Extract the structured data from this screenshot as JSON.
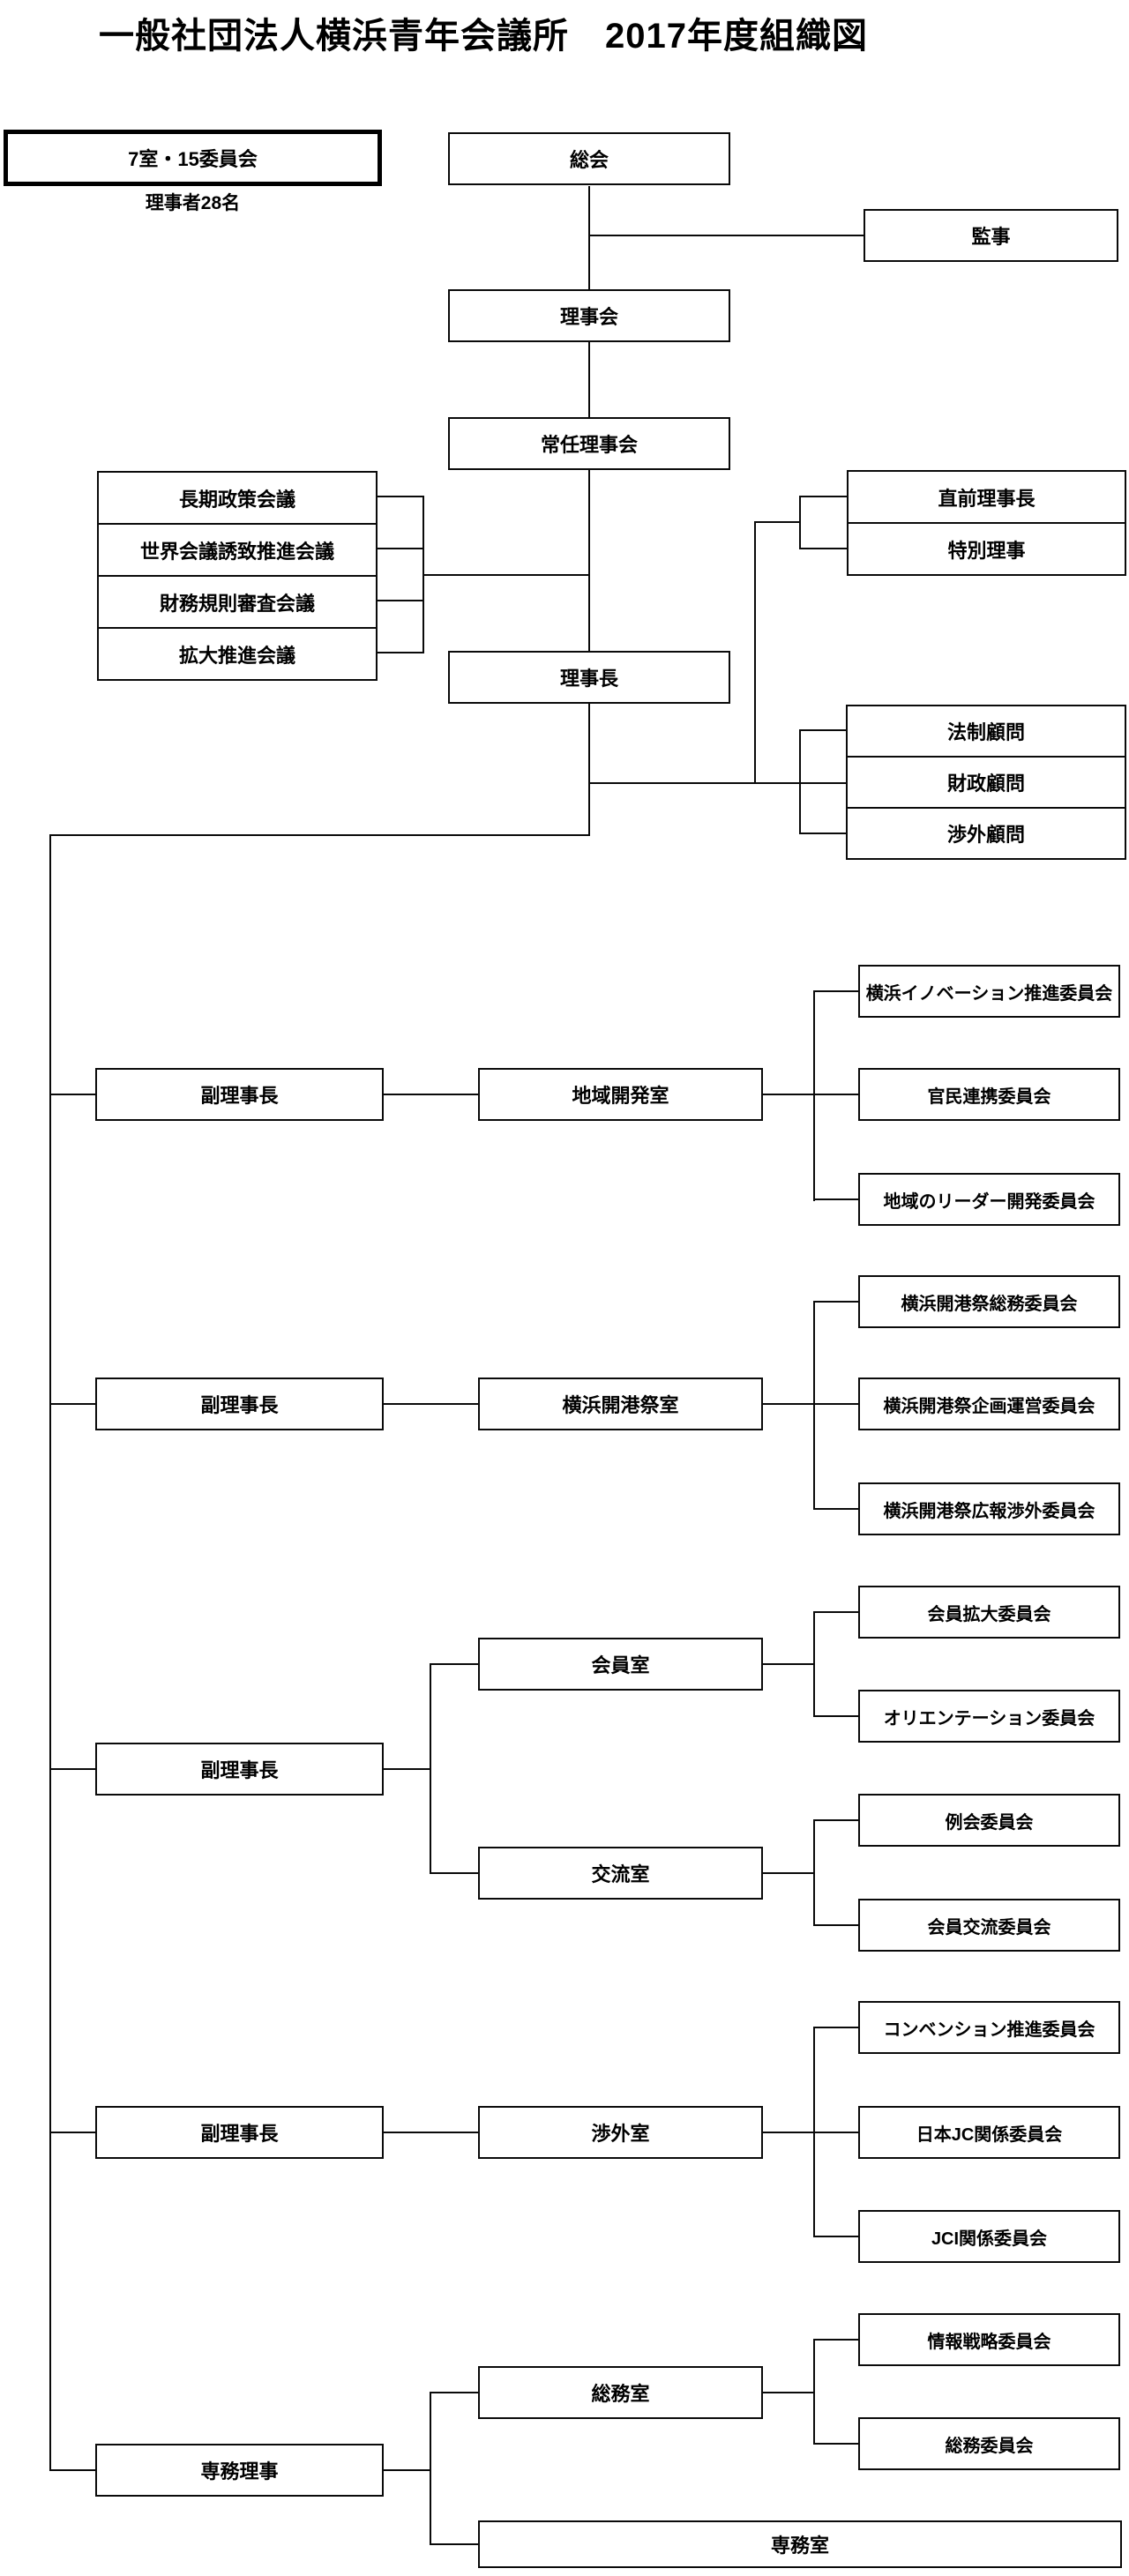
{
  "title": "一般社団法人横浜青年会議所　2017年度組織図",
  "legend": {
    "label": "7室・15委員会",
    "note": "理事者28名"
  },
  "top": {
    "general_assembly": "総会",
    "auditor": "監事",
    "board": "理事会",
    "standing_board": "常任理事会",
    "chairman": "理事長",
    "councils": [
      "長期政策会議",
      "世界会議誘致推進会議",
      "財務規則審査会議",
      "拡大推進会議"
    ],
    "senior_advisors": [
      "直前理事長",
      "特別理事"
    ],
    "advisors": [
      "法制顧問",
      "財政顧問",
      "渉外顧問"
    ]
  },
  "branches": [
    {
      "head": "副理事長",
      "rooms": [
        {
          "name": "地域開発室",
          "committees": [
            "横浜イノベーション推進委員会",
            "官民連携委員会",
            "地域のリーダー開発委員会"
          ]
        }
      ]
    },
    {
      "head": "副理事長",
      "rooms": [
        {
          "name": "横浜開港祭室",
          "committees": [
            "横浜開港祭総務委員会",
            "横浜開港祭企画運営委員会",
            "横浜開港祭広報渉外委員会"
          ]
        }
      ]
    },
    {
      "head": "副理事長",
      "rooms": [
        {
          "name": "会員室",
          "committees": [
            "会員拡大委員会",
            "オリエンテーション委員会"
          ]
        },
        {
          "name": "交流室",
          "committees": [
            "例会委員会",
            "会員交流委員会"
          ]
        }
      ]
    },
    {
      "head": "副理事長",
      "rooms": [
        {
          "name": "渉外室",
          "committees": [
            "コンベンション推進委員会",
            "日本JC関係委員会",
            "JCI関係委員会"
          ]
        }
      ]
    },
    {
      "head": "専務理事",
      "rooms": [
        {
          "name": "総務室",
          "committees": [
            "情報戦略委員会",
            "総務委員会"
          ]
        },
        {
          "name": "専務室",
          "committees": []
        }
      ]
    }
  ]
}
